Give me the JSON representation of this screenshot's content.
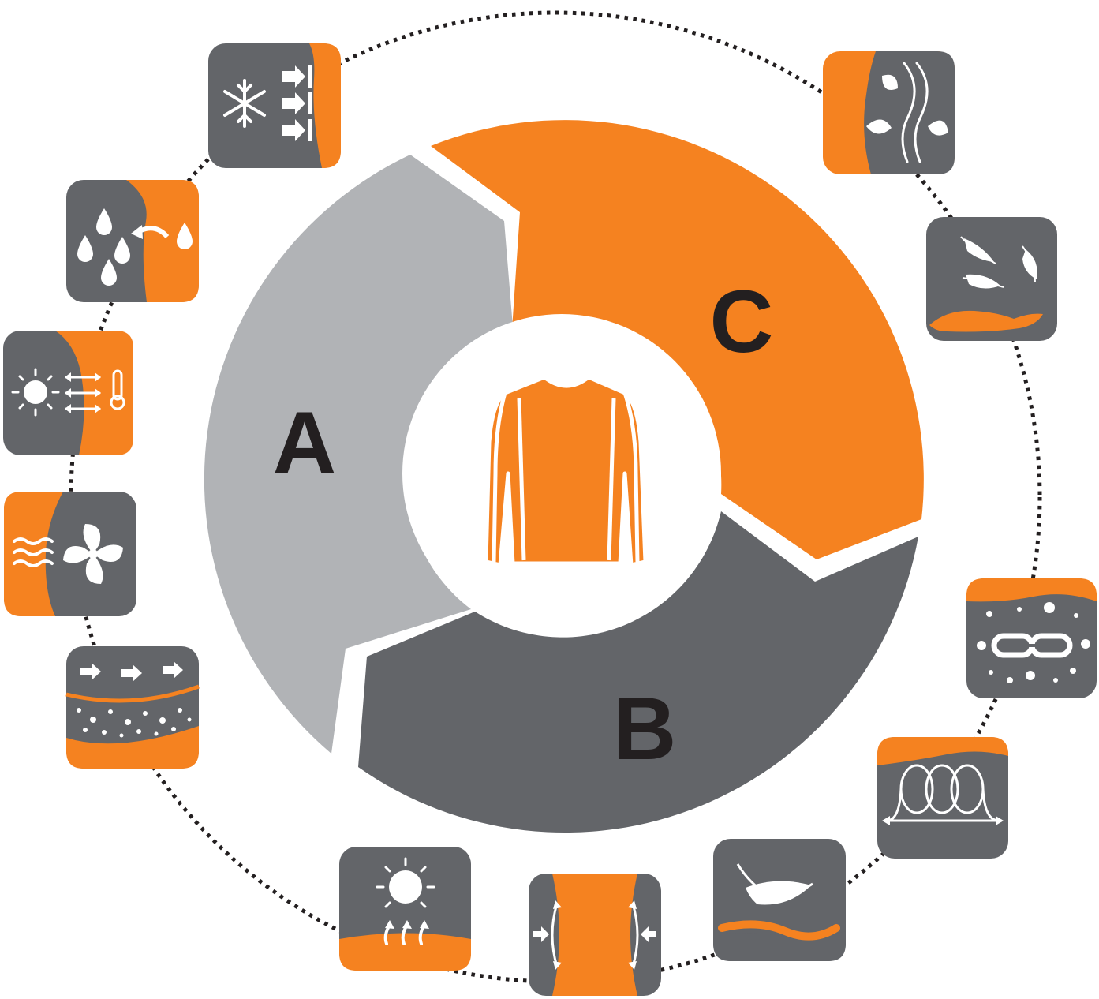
{
  "colors": {
    "orange": "#f58220",
    "dark_gray": "#636569",
    "light_gray": "#b1b3b6",
    "label": "#231f20",
    "white": "#ffffff"
  },
  "segments": {
    "a": "A",
    "b": "B",
    "c": "C"
  },
  "center_icon": "long-sleeve-shirt-icon",
  "feature_icons": [
    "cold-protection-icon",
    "moisture-transfer-icon",
    "thermoregulation-icon",
    "ventilation-icon",
    "breathable-layers-icon",
    "uv-protection-icon",
    "stretch-fit-icon",
    "lightweight-icon",
    "elastic-fiber-icon",
    "durable-fabric-icon",
    "soft-touch-icon",
    "natural-fresh-icon"
  ]
}
